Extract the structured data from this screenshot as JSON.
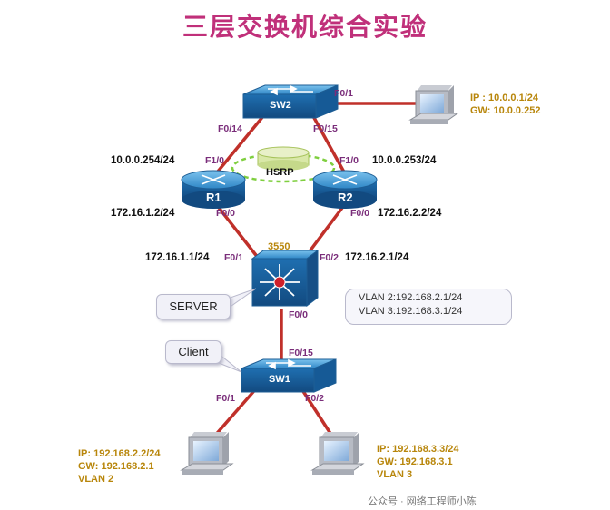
{
  "title": "三层交换机综合实验",
  "devices": {
    "sw2": "SW2",
    "sw1": "SW1",
    "r1": "R1",
    "r2": "R2",
    "core": "3550",
    "hsrp": "HSRP"
  },
  "ports": {
    "sw2_f01": "F0/1",
    "sw2_f014": "F0/14",
    "sw2_f015": "F0/15",
    "r1_f10": "F1/0",
    "r1_f00": "F0/0",
    "r2_f10": "F1/0",
    "r2_f00": "F0/0",
    "core_f01": "F0/1",
    "core_f02": "F0/2",
    "core_f00": "F0/0",
    "sw1_f015": "F0/15",
    "sw1_f01": "F0/1",
    "sw1_f02": "F0/2"
  },
  "addresses": {
    "r1_f10": "10.0.0.254/24",
    "r2_f10": "10.0.0.253/24",
    "r1_f00": "172.16.1.2/24",
    "r2_f00": "172.16.2.2/24",
    "core_f01": "172.16.1.1/24",
    "core_f02": "172.16.2.1/24"
  },
  "pc_top": {
    "ip": "IP : 10.0.0.1/24",
    "gw": "GW: 10.0.0.252"
  },
  "pc_left": {
    "ip": "IP: 192.168.2.2/24",
    "gw": "GW: 192.168.2.1",
    "vlan": "VLAN 2"
  },
  "pc_right": {
    "ip": "IP: 192.168.3.3/24",
    "gw": "GW: 192.168.3.1",
    "vlan": "VLAN 3"
  },
  "vlan_info": {
    "line1": "VLAN 2:192.168.2.1/24",
    "line2": "VLAN 3:192.168.3.1/24"
  },
  "callouts": {
    "server": "SERVER",
    "client": "Client"
  },
  "watermark": "公众号 · 网络工程师小陈",
  "colors": {
    "link": "#c0302a",
    "device": "#2a7fc1",
    "title": "#c0307a",
    "info": "#b8860b",
    "port": "#7a2d7a"
  }
}
